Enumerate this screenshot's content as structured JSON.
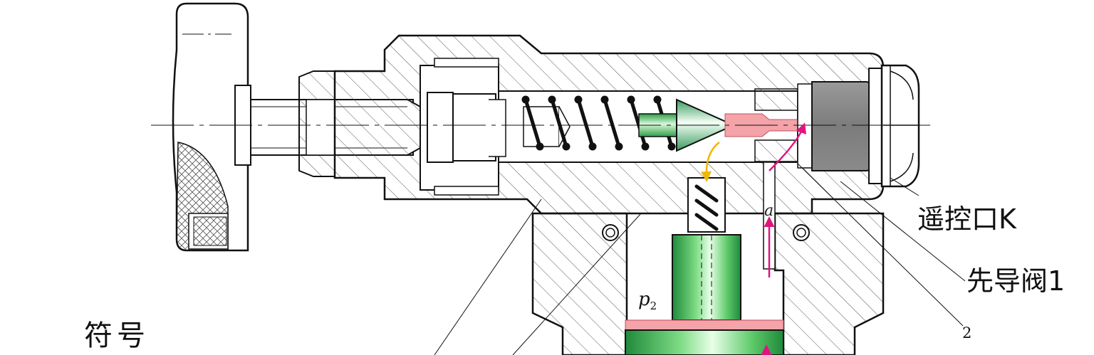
{
  "labels": {
    "remote_port": "遥控口K",
    "pilot_valve": "先导阀1",
    "symbol": "符号",
    "part_two": "2",
    "passage_a": "a",
    "pressure_symbol": "p",
    "pressure_sub": "2"
  },
  "colors": {
    "outline": "#111111",
    "hatch": "#555555",
    "valve_green": "#39b54a",
    "cone_green": "#2e8b57",
    "seat_pink": "#f08080",
    "plug_gray": "#8c8c8c",
    "flow_arrow": "#e0147f",
    "drain_arrow": "#f2b705"
  }
}
